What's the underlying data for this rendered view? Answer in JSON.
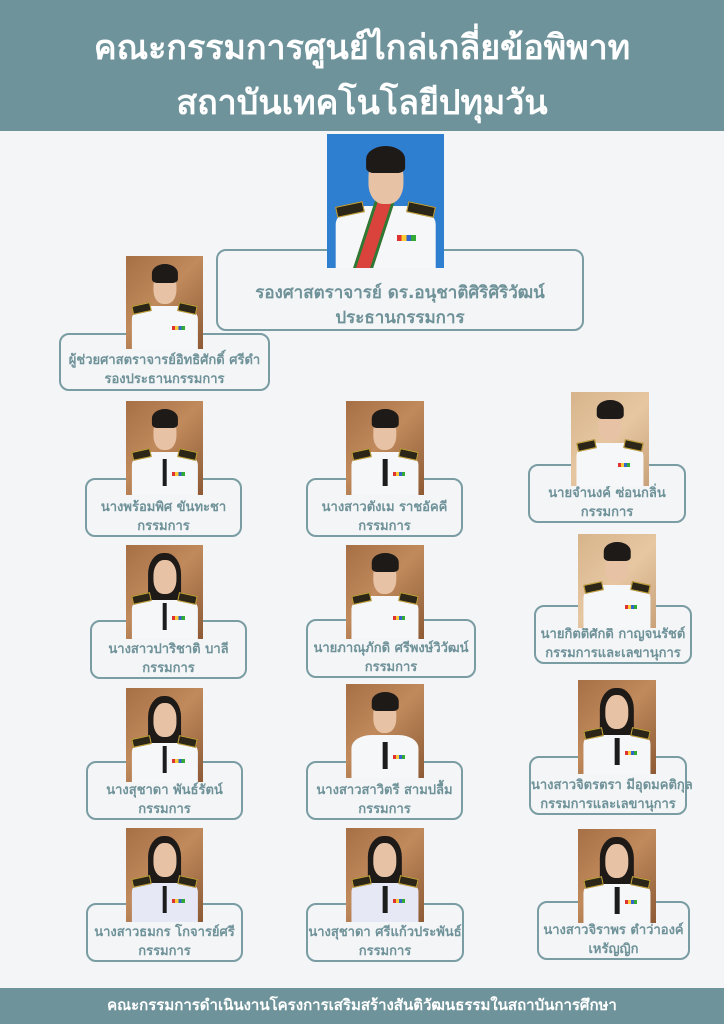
{
  "header": {
    "title_line1": "คณะกรรมการศูนย์ไกล่เกลี่ยข้อพิพาท",
    "title_line2": "สถาบันเทคโนโลยีปทุมวัน"
  },
  "colors": {
    "header_bg": "#6e939b",
    "page_bg": "#f3f5f7",
    "box_border": "#7a9ca3",
    "text_accent": "#6f9299",
    "chair_photo_bg": "#2f7fd1"
  },
  "chair": {
    "name": "รองศาสตราจารย์ ดร.อนุชาติศิริศิริวัฒน์",
    "role": "ประธานกรรมการ",
    "photo": "portrait-blue-background"
  },
  "vice_chair": {
    "name": "ผู้ช่วยศาสตราจารย์อิทธิศักดิ์ ศรีดำ",
    "role": "รองประธานกรรมการ",
    "photo": "portrait"
  },
  "members": [
    {
      "name": "นางพร้อมพิศ ขันทะชา",
      "role": "กรรมการ"
    },
    {
      "name": "นางสาวตังเม ราชอัคคี",
      "role": "กรรมการ"
    },
    {
      "name": "นายจำนงค์ ซ่อนกลิ่น",
      "role": "กรรมการ"
    },
    {
      "name": "นางสาวปาริชาติ บาลี",
      "role": "กรรมการ"
    },
    {
      "name": "นายภาณุภักดิ ศรีพงษ์วิวัฒน์",
      "role": "กรรมการ"
    },
    {
      "name": "นายกิตติศักดิ์ กาญจนรัชต์",
      "role": "กรรมการและเลขานุการ"
    },
    {
      "name": "นางสุชาดา พันธ์รัตน์",
      "role": "กรรมการ"
    },
    {
      "name": "นางสาวสาวิตรี สามปลื้ม",
      "role": "กรรมการ"
    },
    {
      "name": "นางสาวจิตรตรา มีอุดมคติกุล",
      "role": "กรรมการและเลขานุการ"
    },
    {
      "name": "นางสาวธมกร โกจารย์ศรี",
      "role": "กรรมการ"
    },
    {
      "name": "นางสุชาดา ศรีแก้วประพันธ์",
      "role": "กรรมการ"
    },
    {
      "name": "นางสาวจิราพร ต่ำว่าองค์",
      "role": "เหรัญญิก"
    }
  ],
  "footer": {
    "text": "คณะกรรมการดำเนินงานโครงการเสริมสร้างสันติวัฒนธรรมในสถาบันการศึกษา"
  }
}
